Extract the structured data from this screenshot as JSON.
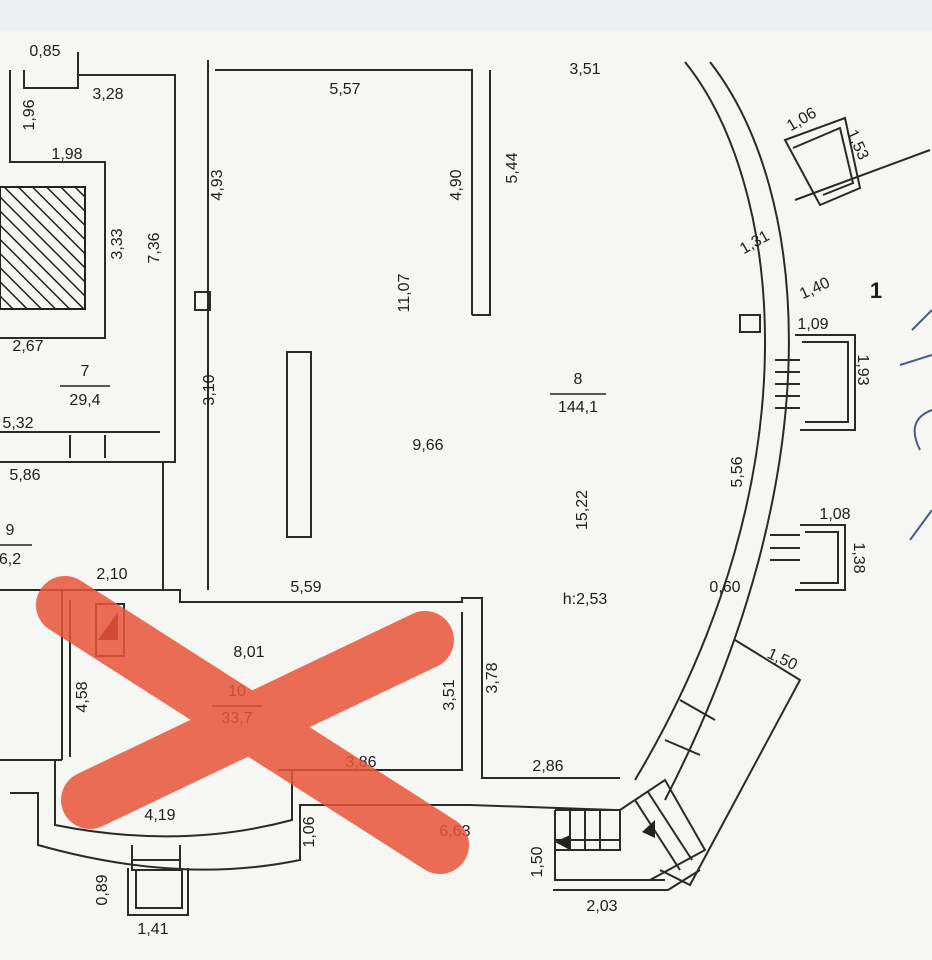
{
  "plan": {
    "labels": [
      "0,85",
      "3,28",
      "1,96",
      "1,98",
      "3,33",
      "7,36",
      "4,93",
      "5,57",
      "4,90",
      "5,44",
      "3,51",
      "11,07",
      "2,67",
      "5,32",
      "3,10",
      "9,66",
      "15,22",
      "5,86",
      "2,10",
      "5,59",
      "h:2,53",
      "0,60",
      "5,56",
      "1,06",
      "1,53",
      "1,31",
      "1,40",
      "1,09",
      "1,93",
      "1,08",
      "1,38",
      "1,50",
      "8,01",
      "4,58",
      "3,51",
      "3,78",
      "3,86",
      "2,86",
      "4,19",
      "1,06",
      "6,63",
      "1,50",
      "2,03",
      "0,89",
      "1,41"
    ],
    "rooms": [
      {
        "number": "7",
        "area": "29,4"
      },
      {
        "number": "8",
        "area": "144,1"
      },
      {
        "number": "9",
        "area": "6,2"
      },
      {
        "number": "10",
        "area": "33,7"
      }
    ],
    "section_number": "1",
    "cross_out_color": "#e8553a"
  }
}
